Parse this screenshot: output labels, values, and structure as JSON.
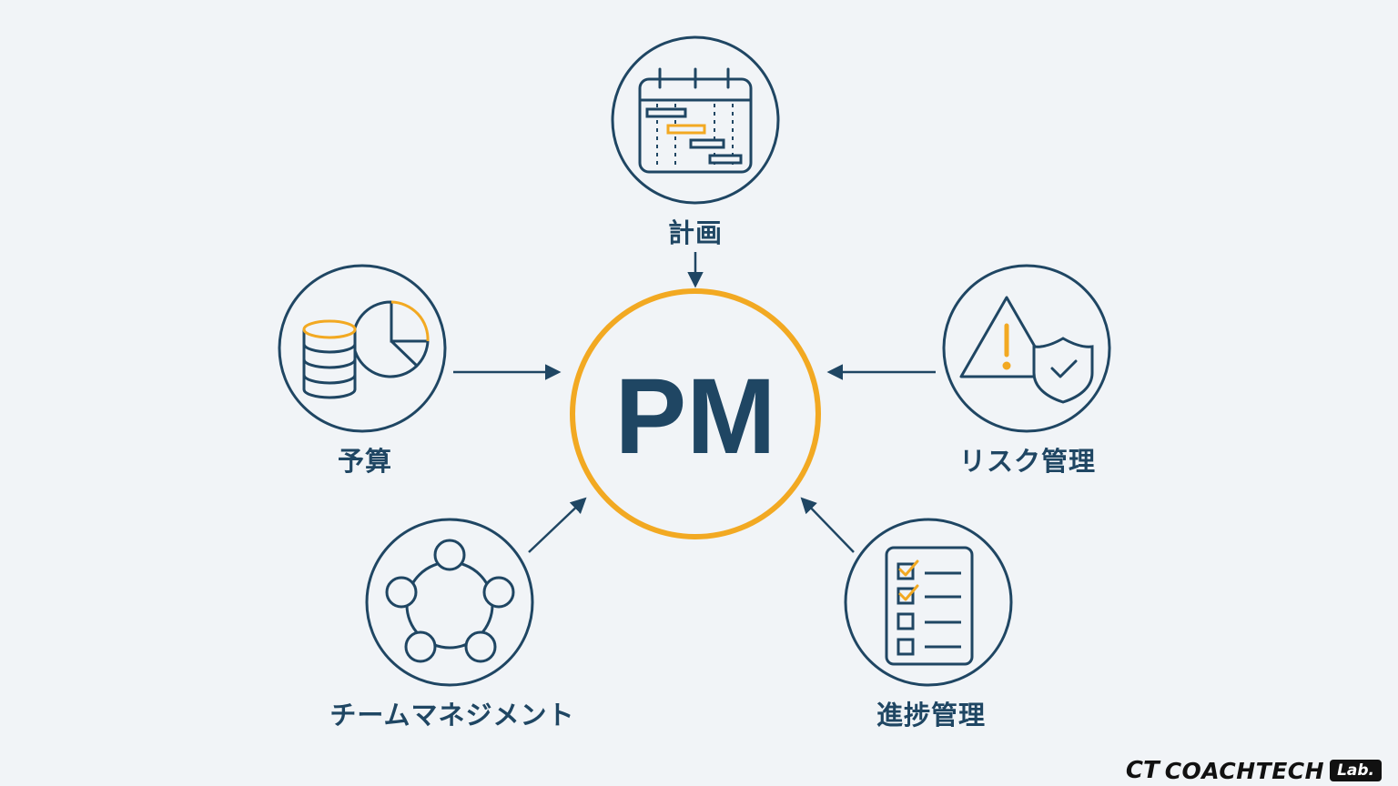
{
  "center": {
    "text": "PM"
  },
  "nodes": [
    {
      "id": "plan",
      "label": "計画",
      "icon": "gantt-calendar-icon"
    },
    {
      "id": "budget",
      "label": "予算",
      "icon": "coins-pie-chart-icon"
    },
    {
      "id": "risk",
      "label": "リスク管理",
      "icon": "warning-shield-icon"
    },
    {
      "id": "team",
      "label": "チームマネジメント",
      "icon": "team-network-icon"
    },
    {
      "id": "progress",
      "label": "進捗管理",
      "icon": "checklist-icon"
    }
  ],
  "logo": {
    "mark": "CT",
    "brand": "COACHTECH",
    "badge": "Lab."
  },
  "colors": {
    "navy": "#1f4663",
    "accent": "#f2a922",
    "background": "#f1f4f7"
  }
}
